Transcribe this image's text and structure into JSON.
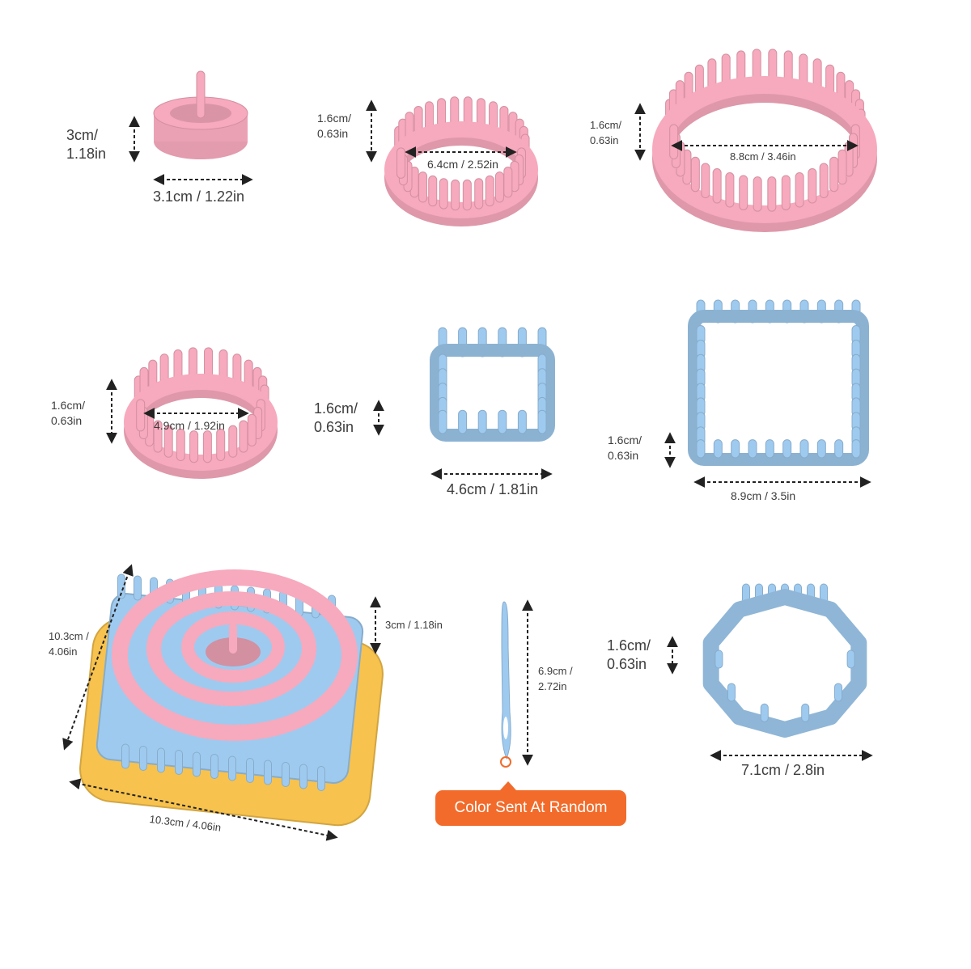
{
  "colors": {
    "pink": "#f7a9bd",
    "blue": "#9fcaef",
    "yellow": "#f7c24d",
    "orange": "#f26b2a",
    "arrow": "#222222"
  },
  "looms": [
    {
      "id": "spool-pink",
      "color": "pink",
      "height": "3cm/\n1.18in",
      "width": "3.1cm / 1.22in"
    },
    {
      "id": "round-pink-medium",
      "color": "pink",
      "height": "1.6cm/\n0.63in",
      "width": "6.4cm / 2.52in"
    },
    {
      "id": "round-pink-large",
      "color": "pink",
      "height": "1.6cm/\n0.63in",
      "width": "8.8cm / 3.46in"
    },
    {
      "id": "round-pink-small",
      "color": "pink",
      "height": "1.6cm/\n0.63in",
      "width": "4.9cm / 1.92in"
    },
    {
      "id": "square-blue-small",
      "color": "blue",
      "height": "1.6cm/\n0.63in",
      "width": "4.6cm / 1.81in"
    },
    {
      "id": "square-blue-large",
      "color": "blue",
      "height": "1.6cm/\n0.63in",
      "width": "8.9cm / 3.5in"
    },
    {
      "id": "stacked-set",
      "side": "10.3cm /\n4.06in",
      "bottom": "10.3cm / 4.06in",
      "height": "3cm / 1.18in"
    },
    {
      "id": "needle",
      "color": "blue",
      "length": "6.9cm /\n2.72in"
    },
    {
      "id": "octagon-blue",
      "color": "blue",
      "height": "1.6cm/\n0.63in",
      "width": "7.1cm / 2.8in"
    }
  ],
  "note": "Color Sent At Random"
}
